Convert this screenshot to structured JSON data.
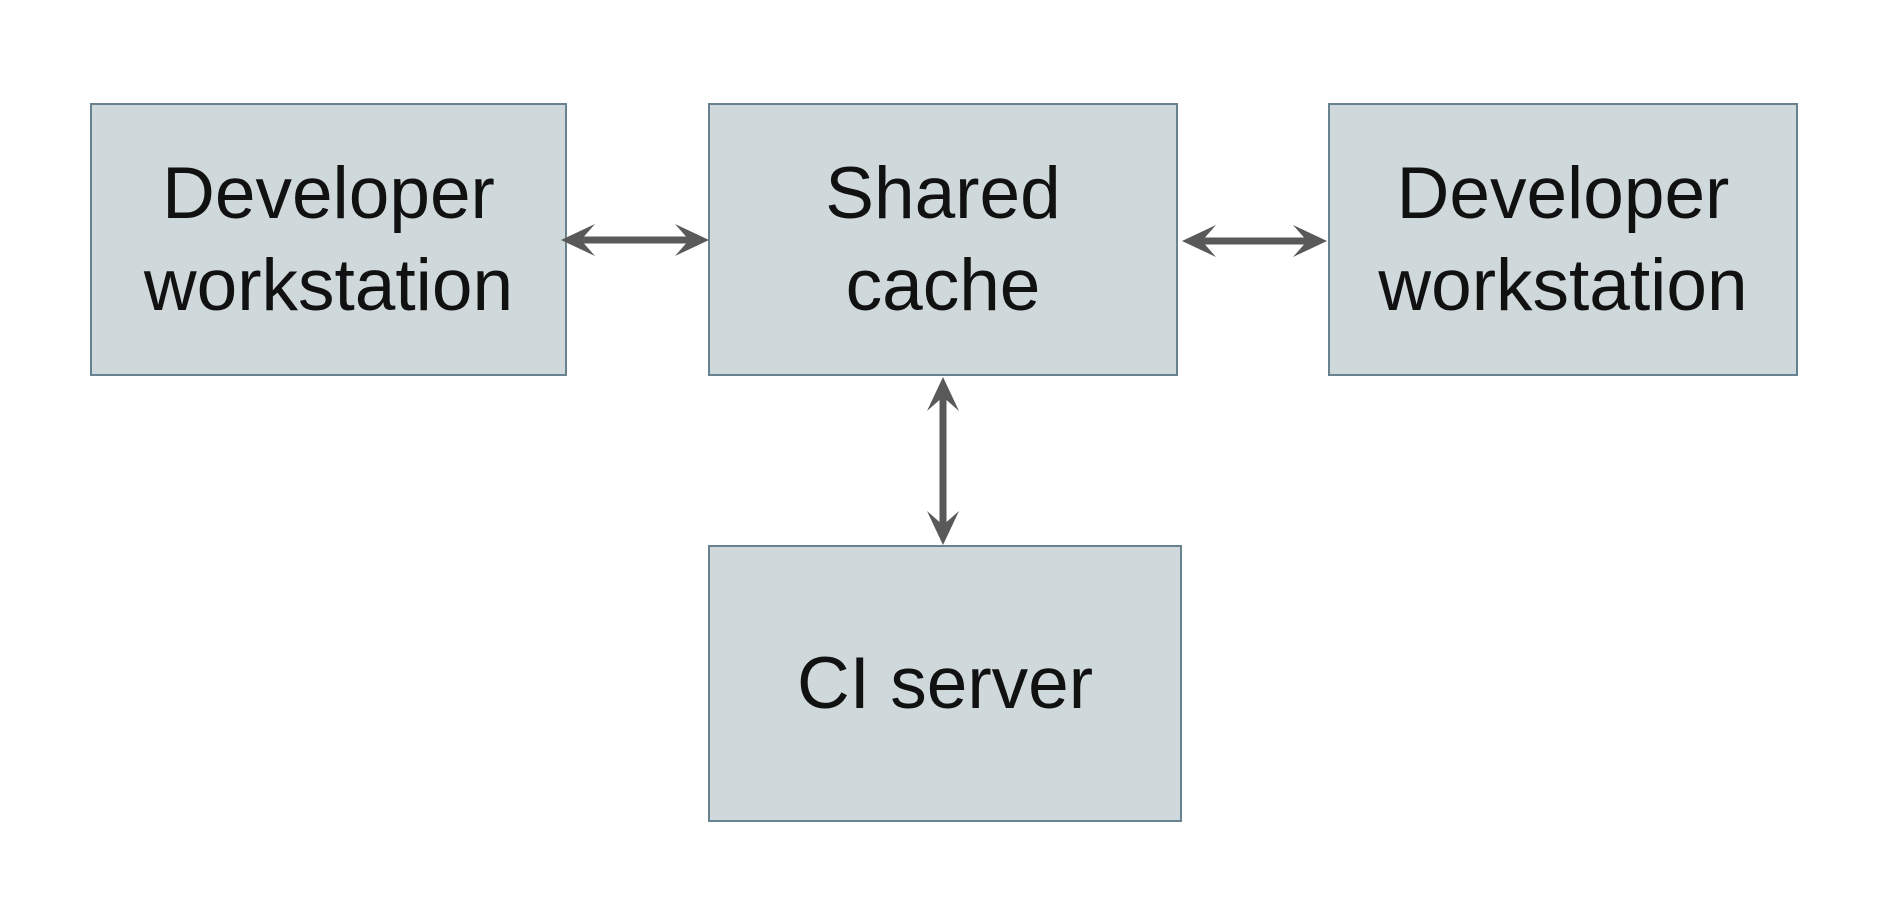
{
  "diagram": {
    "theme": {
      "background": "#ffffff",
      "node_fill": "#cfd8da",
      "node_border": "#68828f",
      "arrow_color": "#595959",
      "text_color": "#111111"
    },
    "nodes": {
      "workstation_left": {
        "lines": [
          "Developer",
          "workstation"
        ]
      },
      "shared_cache": {
        "lines": [
          "Shared",
          "cache"
        ]
      },
      "workstation_right": {
        "lines": [
          "Developer",
          "workstation"
        ]
      },
      "ci_server": {
        "lines": [
          "CI server"
        ]
      }
    },
    "edges": [
      {
        "from": "workstation_left",
        "to": "shared_cache",
        "type": "bidirectional"
      },
      {
        "from": "shared_cache",
        "to": "workstation_right",
        "type": "bidirectional"
      },
      {
        "from": "shared_cache",
        "to": "ci_server",
        "type": "bidirectional"
      }
    ]
  }
}
